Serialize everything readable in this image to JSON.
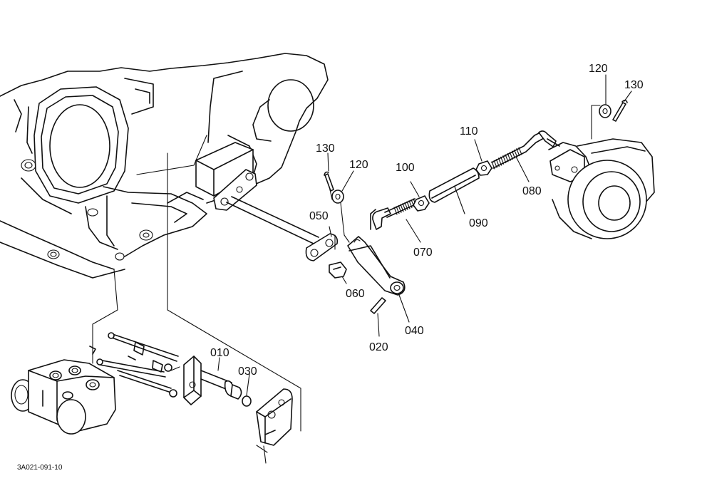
{
  "drawing_code": "3A021-091-10",
  "parts": [
    {
      "id": "p010",
      "label": "010"
    },
    {
      "id": "p020",
      "label": "020"
    },
    {
      "id": "p030",
      "label": "030"
    },
    {
      "id": "p040",
      "label": "040"
    },
    {
      "id": "p050",
      "label": "050"
    },
    {
      "id": "p060",
      "label": "060"
    },
    {
      "id": "p070",
      "label": "070"
    },
    {
      "id": "p080",
      "label": "080"
    },
    {
      "id": "p090",
      "label": "090"
    },
    {
      "id": "p100",
      "label": "100"
    },
    {
      "id": "p110",
      "label": "110"
    },
    {
      "id": "p120a",
      "label": "120"
    },
    {
      "id": "p120b",
      "label": "120"
    },
    {
      "id": "p130a",
      "label": "130"
    },
    {
      "id": "p130b",
      "label": "130"
    }
  ]
}
